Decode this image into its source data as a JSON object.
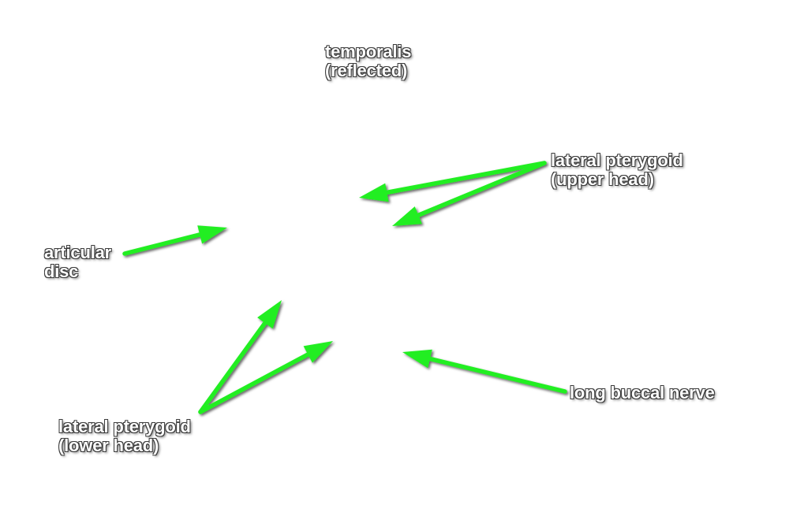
{
  "arrow_color": "#22ee22",
  "labels": {
    "temporalis": {
      "line1": "temporalis",
      "line2": "(reflected)"
    },
    "upper_head": {
      "line1": "lateral pterygoid",
      "line2": "(upper head)"
    },
    "articular_disc": {
      "line1": "articular",
      "line2": "disc"
    },
    "lower_head": {
      "line1": "lateral pterygoid",
      "line2": "(lower head)"
    },
    "buccal_nerve": {
      "line1": "long buccal nerve"
    }
  }
}
